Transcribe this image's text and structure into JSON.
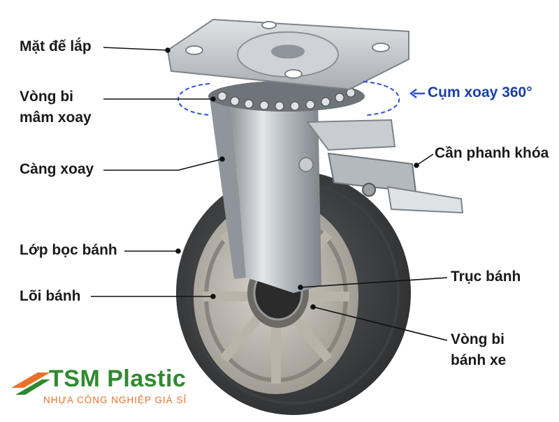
{
  "labels": {
    "mounting_plate": "Mặt đế lắp",
    "swivel_bearing": [
      "Vòng bi",
      "mâm xoay"
    ],
    "swivel_fork": "Càng xoay",
    "wheel_tread": "Lớp bọc bánh",
    "wheel_core": "Lõi bánh",
    "swivel_360": "Cụm xoay 360°",
    "brake_lever": "Cần phanh khóa",
    "axle": "Trục bánh",
    "wheel_bearing": [
      "Vòng bi",
      "bánh xe"
    ]
  },
  "brand": {
    "name": "TSM Plastic",
    "tagline": "NHỰA CÔNG NGHIỆP GIÁ SỈ"
  },
  "colors": {
    "label_text": "#1a1a1a",
    "accent_blue": "#1a3fa6",
    "brand_green": "#2f8a2f",
    "brand_orange": "#e8722a"
  }
}
